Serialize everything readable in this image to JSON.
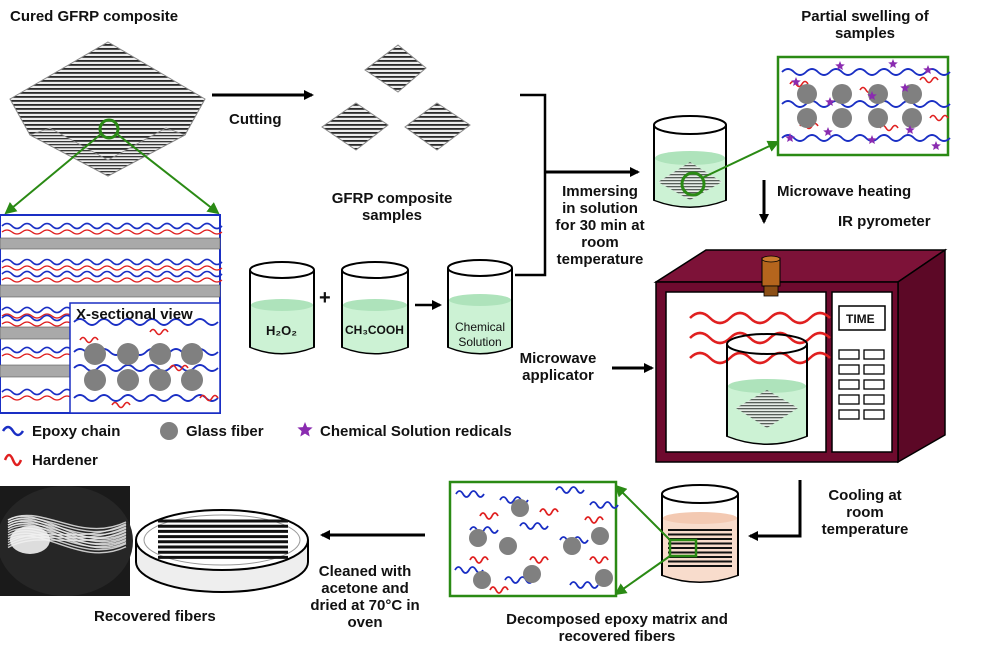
{
  "labels": {
    "cured": "Cured GFRP composite",
    "cutting": "Cutting",
    "samples": [
      "GFRP composite",
      "samples"
    ],
    "xsection": "X-sectional view",
    "h2o2": "H₂O₂",
    "acetic": "CH₃COOH",
    "chem_solution": [
      "Chemical",
      "Solution"
    ],
    "plus": "+",
    "immersing": [
      "Immersing",
      "in solution",
      "for 30 min at",
      "room",
      "temperature"
    ],
    "swelling": [
      "Partial swelling of",
      "samples"
    ],
    "microwave_heating": "Microwave heating",
    "ir_pyrometer": "IR pyrometer",
    "time": "TIME",
    "microwave_applicator": [
      "Microwave",
      "applicator"
    ],
    "cooling": [
      "Cooling at",
      "room",
      "temperature"
    ],
    "decomposed": [
      "Decomposed epoxy matrix and",
      "recovered fibers"
    ],
    "cleaned": [
      "Cleaned with",
      "acetone and",
      "dried at 70°C in",
      "oven"
    ],
    "recovered": "Recovered fibers"
  },
  "legend": {
    "epoxy": "Epoxy chain",
    "glass": "Glass fiber",
    "radicals": "Chemical Solution redicals",
    "hardener": "Hardener"
  },
  "colors": {
    "epoxy": "#1a2fc4",
    "hardener": "#e02020",
    "glass": "#808080",
    "radical": "#8a2bb0",
    "connector": "#2a8a14",
    "solution": "#ccf2d4",
    "cooled_solution": "#f8dccc",
    "oven": "#6e0a2e"
  }
}
